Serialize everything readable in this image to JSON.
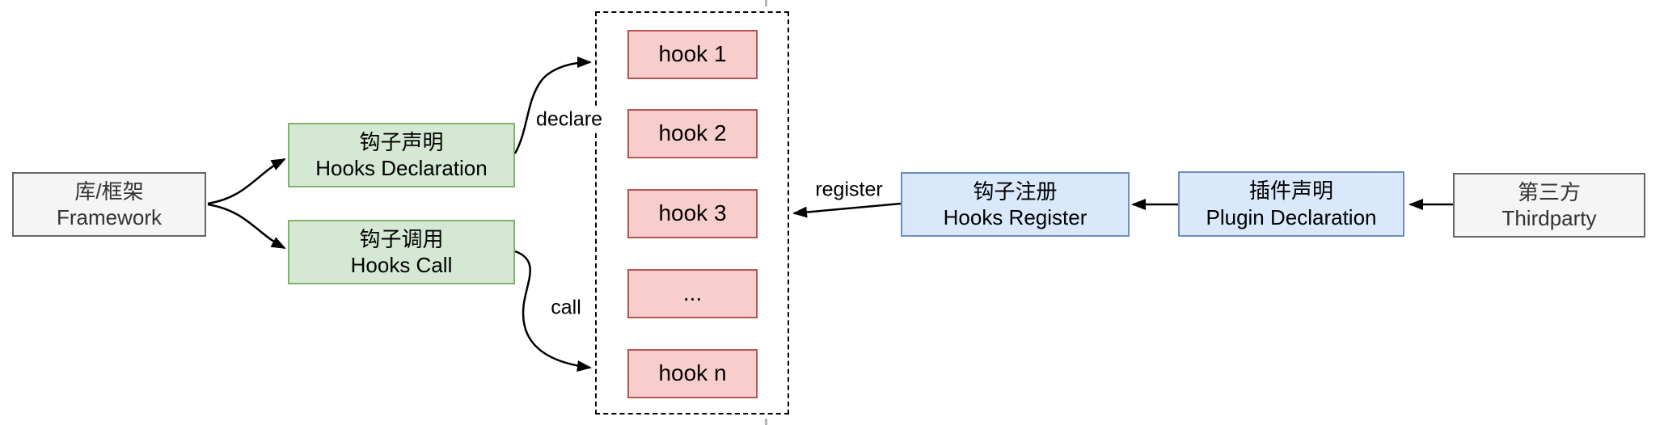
{
  "nodes": {
    "framework": {
      "line1": "库/框架",
      "line2": "Framework"
    },
    "hooks_declaration": {
      "line1": "钩子声明",
      "line2": "Hooks Declaration"
    },
    "hooks_call": {
      "line1": "钩子调用",
      "line2": "Hooks Call"
    },
    "hooks_register": {
      "line1": "钩子注册",
      "line2": "Hooks Register"
    },
    "plugin_declaration": {
      "line1": "插件声明",
      "line2": "Plugin Declaration"
    },
    "thirdparty": {
      "line1": "第三方",
      "line2": "Thirdparty"
    }
  },
  "hook_items": [
    "hook 1",
    "hook 2",
    "hook 3",
    "...",
    "hook n"
  ],
  "edge_labels": {
    "declare": "declare",
    "call": "call",
    "register": "register"
  },
  "colors": {
    "green_fill": "#d5e8d4",
    "green_border": "#82b366",
    "red_fill": "#f8cecc",
    "red_border": "#b85450",
    "blue_fill": "#dae8fc",
    "blue_border": "#6c8ebf",
    "gray_fill": "#f5f5f5",
    "gray_border": "#666666",
    "edge_color": "#000000"
  }
}
